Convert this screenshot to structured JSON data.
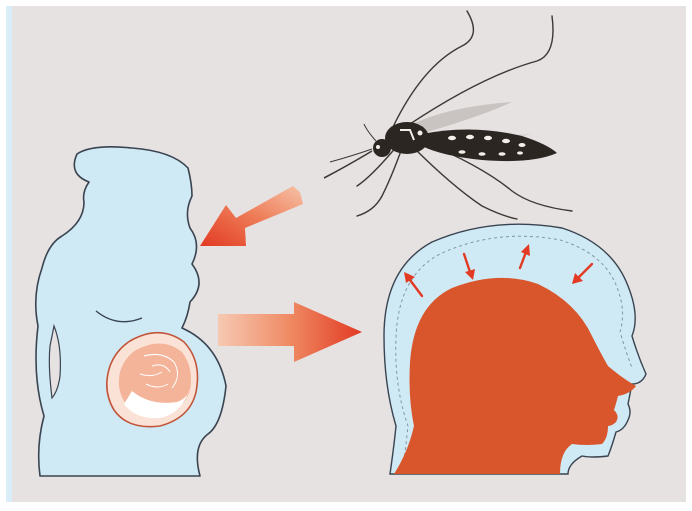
{
  "diagram": {
    "colors": {
      "panel_background": "#e5e2e1",
      "panel_frame": "#d9eef7",
      "skin_blue": "#cfe9f5",
      "outline": "#3a4450",
      "fetus_fill": "#f3b49a",
      "head_fill": "#d9562d",
      "arrow_red": "#e23a23",
      "arrow_orange": "#f2a07e",
      "mosquito_body": "#2b2622"
    },
    "elements": [
      {
        "name": "mosquito",
        "icon": "mosquito-icon"
      },
      {
        "name": "pregnant-woman",
        "icon": "pregnant-woman-silhouette"
      },
      {
        "name": "fetus",
        "icon": "fetus-in-womb"
      },
      {
        "name": "child-head",
        "icon": "head-profile-microcephaly"
      },
      {
        "name": "transmission-arrow",
        "from": "mosquito",
        "to": "pregnant-woman"
      },
      {
        "name": "effect-arrow",
        "from": "pregnant-woman",
        "to": "child-head"
      },
      {
        "name": "shrinking-skull-arrows",
        "count": 4
      }
    ]
  }
}
